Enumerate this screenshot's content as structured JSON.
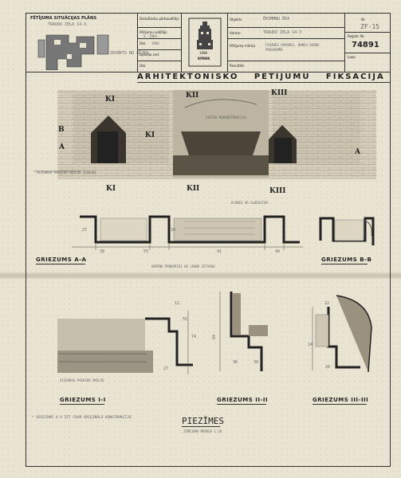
{
  "plan": {
    "title": "FĒTĪJUMA SITUĀCIJAS PLĀNS",
    "street": "TRAUDU IELA 14-3",
    "note": "IEVĀKTS NO ŠĒJES"
  },
  "meta": {
    "labels": [
      "Darbi",
      "Pētījumu vadītājs",
      "Dat.",
      "Izpildīja vad.",
      "Dat."
    ],
    "values": [
      "",
      "V. ŽAKS",
      "1986",
      "",
      ""
    ],
    "col_header": "Darbu pārbaudītājs"
  },
  "logo": {
    "year": "1986",
    "name": "KPRRK"
  },
  "object": {
    "labels": [
      "Objekts",
      "Adrese",
      "Pētījuma mērķis",
      "Rezultāts"
    ],
    "values": [
      "ĒKOMMNU ĒKA",
      "TRAUDU IELA 14-3",
      "FASĀDES APDARES, NOMAS DARBU PROGRAMMA",
      ""
    ]
  },
  "id": {
    "nr_label": "Nr.",
    "nr": "ZF-15",
    "reg_label": "Reģistr. Nr.",
    "reg": "74891",
    "sheet_label": "Lapa"
  },
  "title": "ARHITEKTONISKO PĒTĪJUMU FIKSĀCIJA",
  "marks": {
    "k1": "KI",
    "k2": "KII",
    "k3": "KIII",
    "a": "A",
    "b": "B"
  },
  "facade_notes": {
    "center": "VIETĀS REKONSTRUKCIJA",
    "left": "AIZSARGA PAGAIDU SMILŠU TĒRAUDA"
  },
  "sections": {
    "aa": "GRIEZUMS A-A",
    "bb": "GRIEZUMS B-B",
    "k1": "GRIEZUMS I-I",
    "k2": "GRIEZUMS II-II",
    "k3": "GRIEZUMS III-III"
  },
  "aa_notes": {
    "top": "PLĀNIE AR GLODAJIEM",
    "bottom": "KĀPĒNU PĀRKĀPIES AR JAUNU IETVARU"
  },
  "dims": {
    "aa": [
      "27",
      "38",
      "55",
      "91",
      "44",
      "30"
    ],
    "k1": [
      "55",
      "74",
      "27",
      "12"
    ],
    "k2": [
      "84",
      "36",
      "30"
    ],
    "k3": [
      "22",
      "26",
      "14"
    ]
  },
  "k1_note": "AIZSARGA PAGAIDU SMILŠU",
  "footer": {
    "note": "* GRIEZUMS A-A IET CAUR ORIĢINĀLU KONSTRUKCIJU",
    "title": "PIEZĪMES",
    "sub": "ZĪMĒJUMS MĒROGĀ 1:20"
  }
}
